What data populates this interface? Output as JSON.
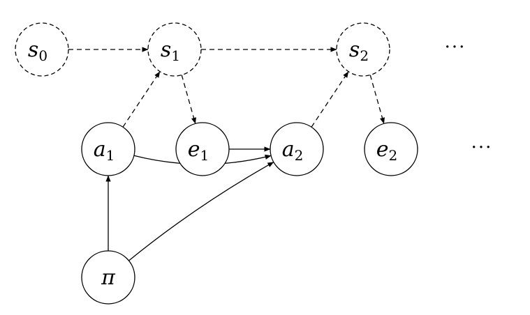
{
  "diagram": {
    "nodes": [
      {
        "id": "s0",
        "base": "s",
        "sub": "0",
        "style": "dashed"
      },
      {
        "id": "s1",
        "base": "s",
        "sub": "1",
        "style": "dashed"
      },
      {
        "id": "s2",
        "base": "s",
        "sub": "2",
        "style": "dashed"
      },
      {
        "id": "a1",
        "base": "a",
        "sub": "1",
        "style": "solid"
      },
      {
        "id": "e1",
        "base": "e",
        "sub": "1",
        "style": "solid"
      },
      {
        "id": "a2",
        "base": "a",
        "sub": "2",
        "style": "solid"
      },
      {
        "id": "e2",
        "base": "e",
        "sub": "2",
        "style": "solid"
      },
      {
        "id": "pi",
        "base": "π",
        "sub": "",
        "style": "solid"
      }
    ],
    "edges": [
      {
        "from": "s0",
        "to": "s1",
        "style": "dashed"
      },
      {
        "from": "s1",
        "to": "s2",
        "style": "dashed"
      },
      {
        "from": "a1",
        "to": "s1",
        "style": "dashed"
      },
      {
        "from": "s1",
        "to": "e1",
        "style": "dashed"
      },
      {
        "from": "a2",
        "to": "s2",
        "style": "dashed"
      },
      {
        "from": "s2",
        "to": "e2",
        "style": "dashed"
      },
      {
        "from": "e1",
        "to": "a2",
        "style": "solid"
      },
      {
        "from": "a1",
        "to": "a2",
        "style": "solid"
      },
      {
        "from": "pi",
        "to": "a1",
        "style": "solid"
      },
      {
        "from": "pi",
        "to": "a2",
        "style": "solid"
      }
    ],
    "ellipsis_top": "···",
    "ellipsis_middle": "···"
  }
}
